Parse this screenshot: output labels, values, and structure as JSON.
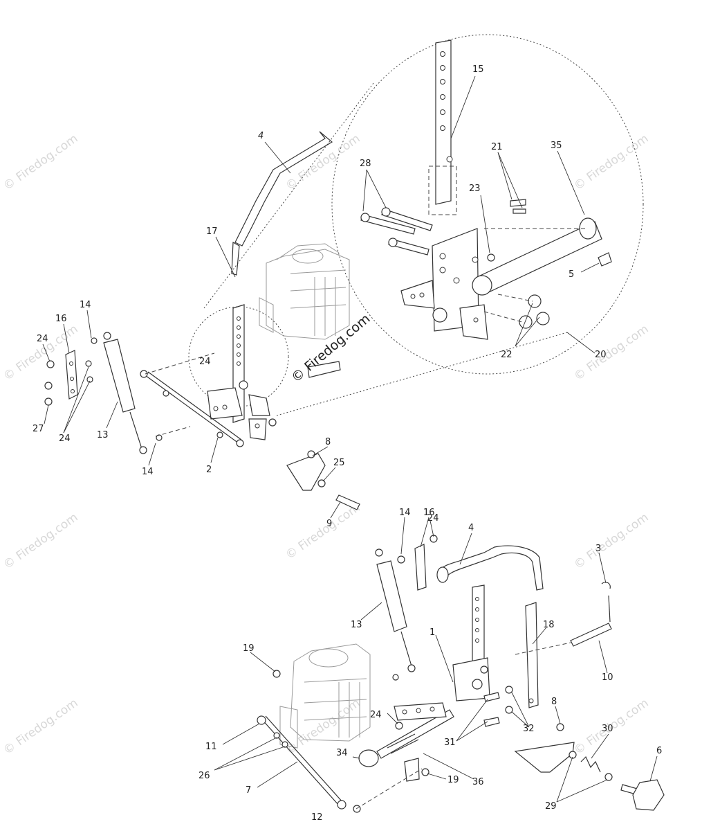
{
  "watermarks": [
    "© Firedog.com",
    "© Firedog.com",
    "© Firedog.com",
    "© Firedog.com",
    "© Firedog.com",
    "© Firedog.com",
    "© Firedog.com",
    "© Firedog.com",
    "© Firedog.com",
    "© Firedog.com",
    "© Firedog.com"
  ],
  "center_watermark": "© Firedog.com",
  "callouts_upper": {
    "c4": "4",
    "c17": "17",
    "c14a": "14",
    "c16": "16",
    "c24a": "24",
    "c24b": "24",
    "c27": "27",
    "c24c": "24",
    "c13": "13",
    "c14b": "14",
    "c2": "2",
    "c8": "8",
    "c25": "25",
    "c9": "9",
    "c15": "15",
    "c28": "28",
    "c21": "21",
    "c35": "35",
    "c23": "23",
    "c5": "5",
    "c22": "22",
    "c20": "20"
  },
  "callouts_lower": {
    "c14": "14",
    "c16": "16",
    "c24a": "24",
    "c4": "4",
    "c3": "3",
    "c13": "13",
    "c18": "18",
    "c19a": "19",
    "c1": "1",
    "c10": "10",
    "c8": "8",
    "c24b": "24",
    "c32": "32",
    "c30": "30",
    "c6": "6",
    "c11": "11",
    "c31": "31",
    "c26": "26",
    "c34": "34",
    "c19b": "19",
    "c36": "36",
    "c29": "29",
    "c7": "7",
    "c12": "12"
  }
}
